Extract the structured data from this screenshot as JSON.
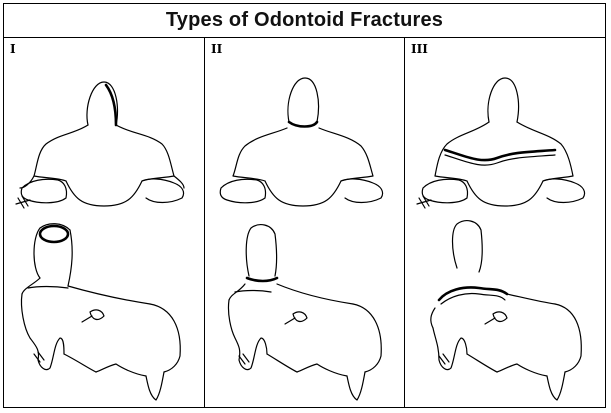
{
  "title": "Types of Odontoid Fractures",
  "panels": [
    {
      "type_label": "I"
    },
    {
      "type_label": "II"
    },
    {
      "type_label": "III"
    }
  ]
}
